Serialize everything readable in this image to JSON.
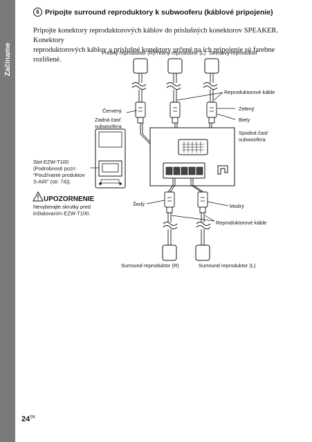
{
  "side_tab": {
    "label": "Začíname"
  },
  "section": {
    "step": "6",
    "title": "Pripojte surround reproduktory k subwooferu (káblové pripojenie)",
    "body_line1": "Pripojte konektory reproduktorových káblov do príslušných konektorov SPEAKER. Konektory",
    "body_line2": "reproduktorových káblov a príslušné konektory určené na ich pripojenie sú farebne rozlíšené."
  },
  "diagram": {
    "front_right": "Predný reproduktor (R)",
    "front_left": "Predný reproduktor (L)",
    "center": "Stredový reproduktor",
    "speaker_cables_top": "Reproduktorové káble",
    "red": "Červený",
    "green": "Zelený",
    "white": "Biely",
    "rear_line1": "Zadná časť",
    "rear_line2": "subwoofera",
    "bottom_line1": "Spodná časť",
    "bottom_line2": "subwoofera",
    "slot_line1": "Slot EZW-T100",
    "slot_line2": "(Podrobnosti pozri",
    "slot_line3": "\"Používanie produktov",
    "slot_line4": "S-AIR\" (str. 74)).",
    "caution_title": "UPOZORNENIE",
    "caution_line1": "Nevyberajte skrutky pred",
    "caution_line2": "inštalovaním EZW-T100.",
    "gray": "Šedý",
    "blue": "Modrý",
    "speaker_cables_bottom": "Reproduktorové káble",
    "surround_right": "Surround reproduktor (R)",
    "surround_left": "Surround reproduktor (L)"
  },
  "footer": {
    "page": "24",
    "lang": "SK"
  }
}
